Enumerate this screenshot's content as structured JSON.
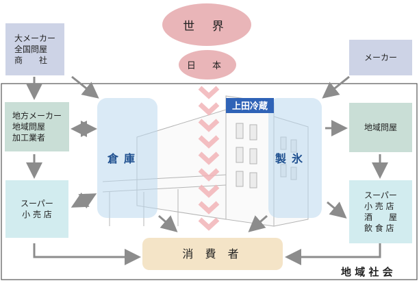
{
  "nodes": {
    "world": "世 界",
    "japan": "日 本",
    "big_maker": "大メーカー\n全国問屋\n商　　社",
    "maker": "メーカー",
    "local_maker": "地方メーカー\n地域問屋\n加工業者",
    "regional_wholesaler": "地域問屋",
    "super_left": "スーパー\n小 売 店",
    "super_right": "スーパー\n小 売 店\n酒　　屋\n飲 食 店",
    "consumer": "消 費 者",
    "community": "地 域 社 会"
  },
  "building": {
    "sign": "上田冷蔵",
    "warehouse": "倉庫",
    "ice": "製氷"
  },
  "colors": {
    "arrow": "#8c8c8c",
    "chevron": "#f2b4b8",
    "panel": "#bcd9ee"
  }
}
